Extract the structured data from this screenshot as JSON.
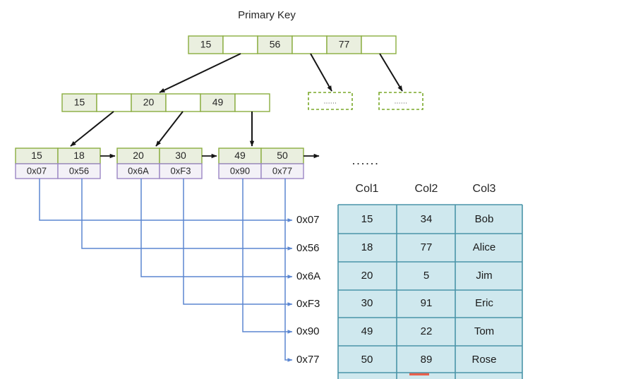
{
  "title": "Primary Key",
  "colors": {
    "node_fill": "#eaefdf",
    "node_border": "#8aad3f",
    "node_empty_fill": "#ffffff",
    "pointer_fill": "#f3f1f7",
    "pointer_border": "#9b87c4",
    "table_fill": "#cfe8ee",
    "table_border": "#4a94a8",
    "link_blue": "#5b86d0",
    "arrow_black": "#151515",
    "dashed_green": "#7aa829"
  },
  "tree": {
    "root": {
      "name": "root-node",
      "cells": [
        {
          "type": "key",
          "label": "15"
        },
        {
          "type": "pointer",
          "label": ""
        },
        {
          "type": "key",
          "label": "56"
        },
        {
          "type": "pointer",
          "label": ""
        },
        {
          "type": "key",
          "label": "77"
        },
        {
          "type": "pointer",
          "label": ""
        }
      ]
    },
    "internal": {
      "name": "internal-node",
      "cells": [
        {
          "type": "key",
          "label": "15"
        },
        {
          "type": "pointer",
          "label": ""
        },
        {
          "type": "key",
          "label": "20"
        },
        {
          "type": "pointer",
          "label": ""
        },
        {
          "type": "key",
          "label": "49"
        },
        {
          "type": "pointer",
          "label": ""
        }
      ]
    },
    "ellipsis_nodes": [
      {
        "label": "......"
      },
      {
        "label": "......"
      }
    ],
    "leaves": [
      {
        "keys": [
          "15",
          "18"
        ],
        "pointers": [
          "0x07",
          "0x56"
        ]
      },
      {
        "keys": [
          "20",
          "30"
        ],
        "pointers": [
          "0x6A",
          "0xF3"
        ]
      },
      {
        "keys": [
          "49",
          "50"
        ],
        "pointers": [
          "0x90",
          "0x77"
        ]
      }
    ]
  },
  "addresses": [
    "0x07",
    "0x56",
    "0x6A",
    "0xF3",
    "0x90",
    "0x77"
  ],
  "table": {
    "ellipsis": "......",
    "headers": [
      "Col1",
      "Col2",
      "Col3"
    ],
    "rows": [
      [
        "15",
        "34",
        "Bob"
      ],
      [
        "18",
        "77",
        "Alice"
      ],
      [
        "20",
        "5",
        "Jim"
      ],
      [
        "30",
        "91",
        "Eric"
      ],
      [
        "49",
        "22",
        "Tom"
      ],
      [
        "50",
        "89",
        "Rose"
      ]
    ]
  }
}
